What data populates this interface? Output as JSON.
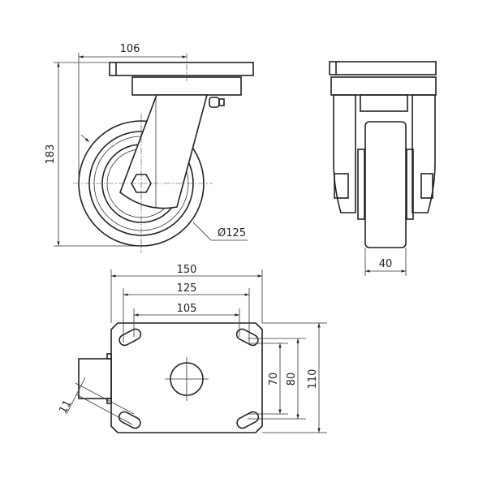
{
  "drawing": {
    "front_view": {
      "height_dim": "183",
      "offset_dim": "106",
      "wheel_diameter_dim": "Ø125"
    },
    "side_view": {
      "wheel_width_dim": "40"
    },
    "top_view": {
      "plate_width_dim": "150",
      "hole_spacing_outer_dim": "125",
      "hole_spacing_inner_dim": "105",
      "hole_spacing_v_inner_dim": "70",
      "hole_spacing_v_outer_dim": "80",
      "plate_length_dim": "110",
      "slot_width_dim": "11"
    }
  }
}
